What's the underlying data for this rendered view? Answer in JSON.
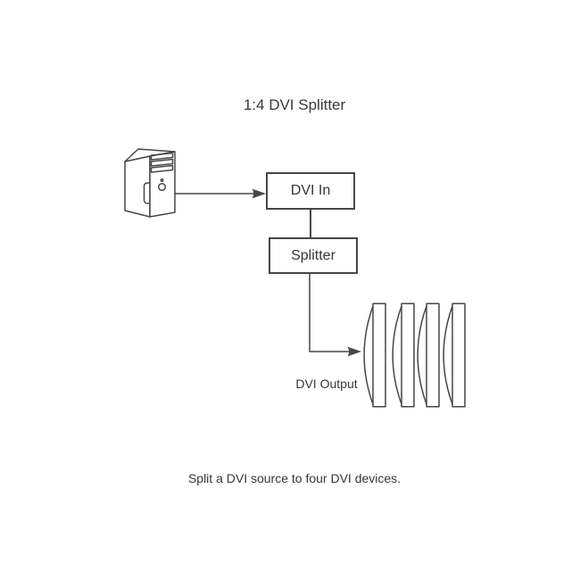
{
  "diagram": {
    "title": "1:4 DVI Splitter",
    "caption": "Split a DVI source to four DVI devices.",
    "nodes": {
      "source": {
        "icon": "computer-tower-icon",
        "type": "image"
      },
      "dvi_in": {
        "label": "DVI In",
        "type": "box"
      },
      "splitter": {
        "label": "Splitter",
        "type": "box"
      },
      "output": {
        "label": "DVI Output",
        "icon": "dvi-device-icon",
        "device_count": 4
      }
    },
    "connections": [
      {
        "from": "source",
        "to": "dvi_in",
        "style": "arrow-right"
      },
      {
        "from": "dvi_in",
        "to": "splitter",
        "style": "straight-line"
      },
      {
        "from": "splitter",
        "to": "output",
        "style": "elbow-arrow-right"
      }
    ],
    "colors": {
      "background": "#ffffff",
      "line": "#47474a",
      "text": "#363639"
    }
  }
}
